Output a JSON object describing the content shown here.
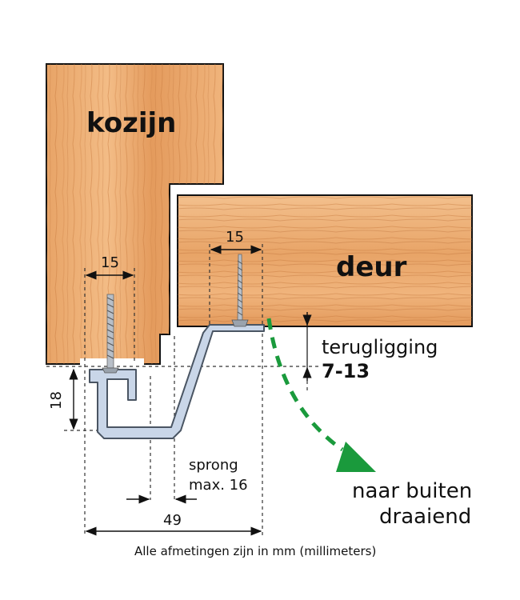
{
  "labels": {
    "frame": "kozijn",
    "door": "deur",
    "dim_frame_screw": "15",
    "dim_door_screw": "15",
    "dim_height": "18",
    "setback_label": "terugligging",
    "setback_value": "7-13",
    "jump_line1": "sprong",
    "jump_line2": "max. 16",
    "dim_total": "49",
    "opening_line1": "naar buiten",
    "opening_line2": "draaiend",
    "footnote": "Alle afmetingen zijn in mm (millimeters)"
  },
  "colors": {
    "wood_light": "#f0b47c",
    "wood_mid": "#e39a5c",
    "wood_dark": "#c97a3e",
    "profile": "#c9d6e8",
    "profile_edge": "#4a5563",
    "arrow_green": "#1a9a3c",
    "line": "#111111"
  }
}
